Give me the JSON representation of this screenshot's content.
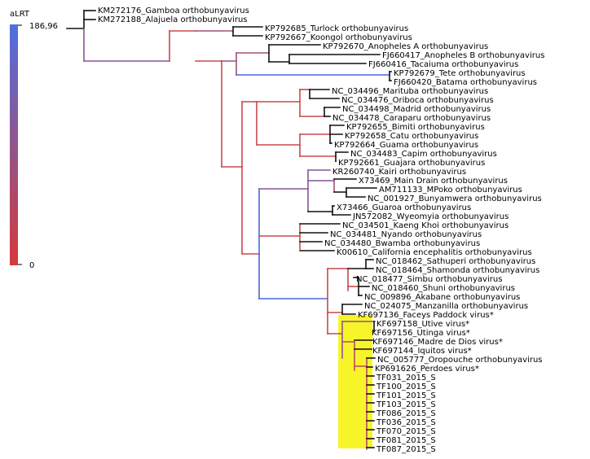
{
  "legend": {
    "title": "aLRT",
    "max_label": "186,96",
    "min_label": "0",
    "color_high": "#4f6fe0",
    "color_low": "#d43a3a"
  },
  "highlight_color": "#f7f52a",
  "taxa": [
    "KM272176_Gamboa orthobunyavirus",
    "KM272188_Alajuela orthobunyavirus",
    "KP792685_Turlock orthobunyavirus",
    "KP792667_Koongol orthobunyavirus",
    "KP792670_Anopheles A orthobunyavirus",
    "FJ660417_Anopheles B orthobunyavirus",
    "FJ660416_Tacaiuma orthobunyavirus",
    "KP792679_Tete orthobunyavirus",
    "FJ660420_Batama orthobunyavirus",
    "NC_034496_Marituba orthobunyavirus",
    "NC_034476_Oriboca orthobunyavirus",
    "NC_034498_Madrid orthobunyavirus",
    "NC_034478_Caraparu orthobunyavirus",
    "KP792655_Bimiti orthobunyavirus",
    "KP792658_Catu orthobunyavirus",
    "KP792664_Guama orthobunyavirus",
    "NC_034483_Capim orthobunyavirus",
    "KP792661_Guajara orthobunyavirus",
    "KR260740_Kairi orthobunyavirus",
    "X73469_Main Drain orthobunyavirus",
    "AM711133_MPoko orthobunyavirus",
    "NC_001927_Bunyamwera orthobunyavirus",
    "X73466_Guaroa orthobunyavirus",
    "JN572082_Wyeomyia orthobunyavirus",
    "NC_034501_Kaeng Khoi orthobunyavirus",
    "NC_034481_Nyando orthobunyavirus",
    "NC_034480_Bwamba orthobunyavirus",
    "K00610_California encephalitis orthobunyavirus",
    "NC_018462_Sathuperi orthobunyavirus",
    "NC_018464_Shamonda orthobunyavirus",
    "NC_018477_Simbu orthobunyavirus",
    "NC_018460_Shuni orthobunyavirus",
    "NC_009896_Akabane orthobunyavirus",
    "NC_024075_Manzanilla orthobunyavirus",
    "KF697136_Faceys Paddock virus*",
    "KF697158_Utive virus*",
    "KF697156_Utinga virus*",
    "KF697146_Madre de Dios virus*",
    "KF697144_Iquitos virus*",
    "NC_005777_Oropouche orthobunyavirus",
    "KP691626_Perdoes virus*",
    "TF031_2015_S",
    "TF100_2015_S",
    "TF101_2015_S",
    "TF103_2015_S",
    "TF086_2015_S",
    "TF036_2015_S",
    "TF070_2015_S",
    "TF081_2015_S",
    "TF087_2015_S"
  ]
}
